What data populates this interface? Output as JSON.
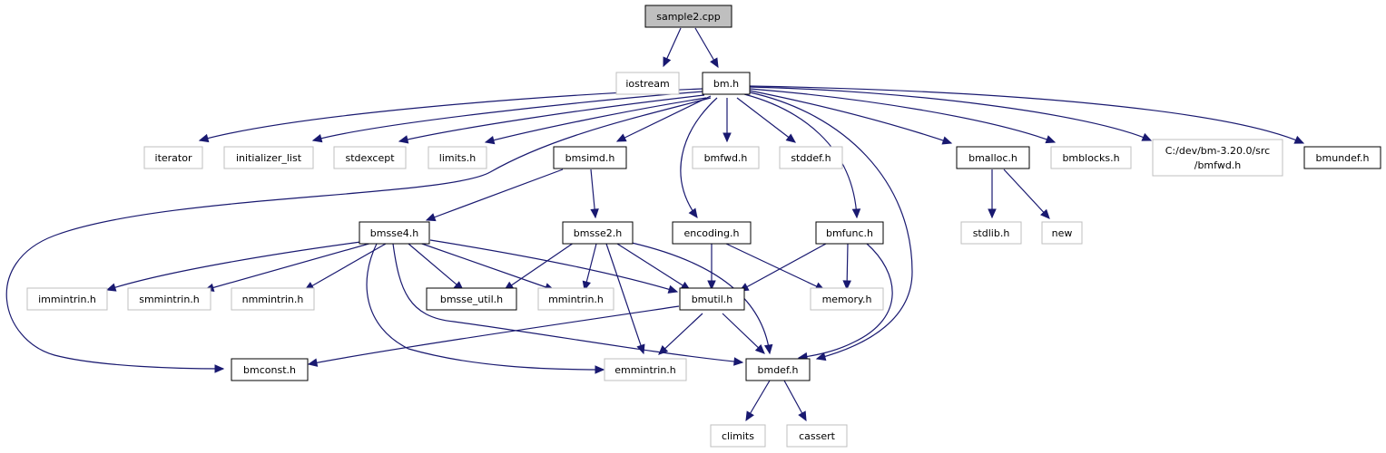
{
  "diagram": {
    "colors": {
      "edge": "#191970",
      "node_border_linked": "#000000",
      "node_border_external": "#bfbfbf",
      "root_fill": "#bfbfbf"
    },
    "nodes": {
      "sample2_cpp": "sample2.cpp",
      "iostream": "iostream",
      "bm_h": "bm.h",
      "iterator": "iterator",
      "initializer_list": "initializer_list",
      "stdexcept": "stdexcept",
      "limits_h": "limits.h",
      "bmsimd_h": "bmsimd.h",
      "bmfwd_h": "bmfwd.h",
      "stddef_h": "stddef.h",
      "bmalloc_h": "bmalloc.h",
      "bmblocks_h": "bmblocks.h",
      "cdev_bmfwd_h_line1": "C:/dev/bm-3.20.0/src",
      "cdev_bmfwd_h_line2": "/bmfwd.h",
      "bmundef_h": "bmundef.h",
      "bmsse4_h": "bmsse4.h",
      "bmsse2_h": "bmsse2.h",
      "encoding_h": "encoding.h",
      "bmfunc_h": "bmfunc.h",
      "stdlib_h": "stdlib.h",
      "new": "new",
      "immintrin_h": "immintrin.h",
      "smmintrin_h": "smmintrin.h",
      "nmmintrin_h": "nmmintrin.h",
      "bmsse_util_h": "bmsse_util.h",
      "mmintrin_h": "mmintrin.h",
      "bmutil_h": "bmutil.h",
      "memory_h": "memory.h",
      "bmconst_h": "bmconst.h",
      "emmintrin_h": "emmintrin.h",
      "bmdef_h": "bmdef.h",
      "climits": "climits",
      "cassert": "cassert"
    }
  }
}
